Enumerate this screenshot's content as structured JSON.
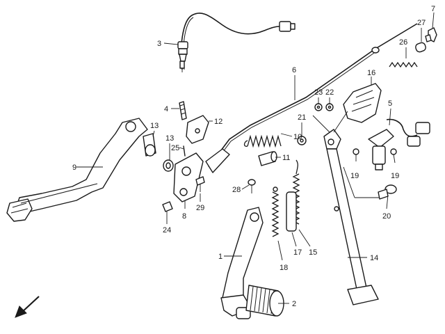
{
  "callouts": [
    {
      "id": "1",
      "label": "1"
    },
    {
      "id": "2",
      "label": "2"
    },
    {
      "id": "3",
      "label": "3"
    },
    {
      "id": "4",
      "label": "4"
    },
    {
      "id": "5",
      "label": "5"
    },
    {
      "id": "6",
      "label": "6"
    },
    {
      "id": "7",
      "label": "7"
    },
    {
      "id": "8",
      "label": "8"
    },
    {
      "id": "9",
      "label": "9"
    },
    {
      "id": "10",
      "label": "10"
    },
    {
      "id": "11",
      "label": "11"
    },
    {
      "id": "12",
      "label": "12"
    },
    {
      "id": "13a",
      "label": "13"
    },
    {
      "id": "13b",
      "label": "13"
    },
    {
      "id": "14",
      "label": "14"
    },
    {
      "id": "15",
      "label": "15"
    },
    {
      "id": "16",
      "label": "16"
    },
    {
      "id": "17",
      "label": "17"
    },
    {
      "id": "18",
      "label": "18"
    },
    {
      "id": "19a",
      "label": "19"
    },
    {
      "id": "19b",
      "label": "19"
    },
    {
      "id": "20",
      "label": "20"
    },
    {
      "id": "21",
      "label": "21"
    },
    {
      "id": "22",
      "label": "22"
    },
    {
      "id": "23",
      "label": "23"
    },
    {
      "id": "24",
      "label": "24"
    },
    {
      "id": "25",
      "label": "25"
    },
    {
      "id": "26",
      "label": "26"
    },
    {
      "id": "27",
      "label": "27"
    },
    {
      "id": "28",
      "label": "28"
    },
    {
      "id": "29",
      "label": "29"
    }
  ],
  "colors": {
    "line": "#1a1a1a",
    "background": "#ffffff"
  },
  "icons": {
    "direction": "front-direction-arrow-icon"
  }
}
